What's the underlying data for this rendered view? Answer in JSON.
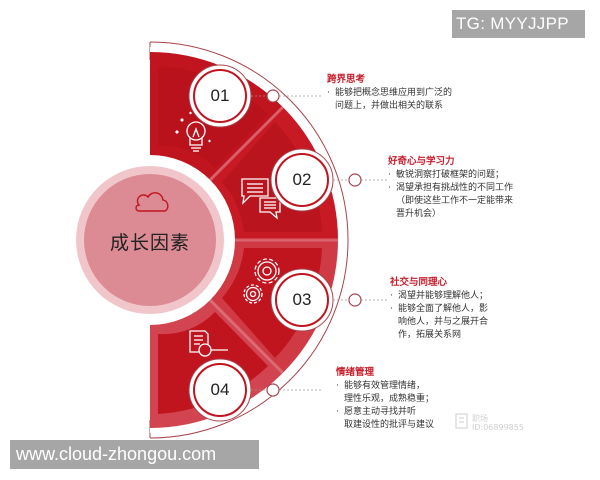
{
  "header_badge": {
    "text": "TG: MYYJJPP"
  },
  "footer_badge": {
    "text": "www.cloud-zhongou.com"
  },
  "center": {
    "label": "成长因素",
    "icon": "cloud-icon"
  },
  "colors": {
    "red_primary": "#c0141f",
    "red_dark": "#a80f1a",
    "red_light": "#d94a55",
    "pink_center": "#dc8a93",
    "pink_ring": "#f0c6cb",
    "title_red": "#c8202f"
  },
  "factors": [
    {
      "number": "01",
      "title": "跨界思考",
      "icon": "lightbulb-icon",
      "bullets": [
        "能够把概念思维应用到广泛的问题上，并做出相关的联系"
      ],
      "lines": [
        [
          "能够把概念思维应用到广泛的",
          "问题上，并做出相关的联系"
        ]
      ]
    },
    {
      "number": "02",
      "title": "好奇心与学习力",
      "icon": "chat-bubbles-icon",
      "bullets": [
        "敏锐洞察打破框架的问题；",
        "渴望承担有挑战性的不同工作（即使这些工作不一定能带来晋升机会）"
      ],
      "lines": [
        [
          "敏锐洞察打破框架的问题；"
        ],
        [
          "渴望承担有挑战性的不同工作",
          "（即使这些工作不一定能带来",
          "晋升机会）"
        ]
      ]
    },
    {
      "number": "03",
      "title": "社交与同理心",
      "icon": "gears-icon",
      "bullets": [
        "渴望并能够理解他人；",
        "能够全面了解他人，影响他人，并与之展开合作，拓展关系网"
      ],
      "lines": [
        [
          "渴望并能够理解他人；"
        ],
        [
          "能够全面了解他人，影",
          "响他人，并与之展开合",
          "作，拓展关系网"
        ]
      ]
    },
    {
      "number": "04",
      "title": "情绪管理",
      "icon": "document-search-icon",
      "bullets": [
        "能够有效管理情绪，理性乐观，成熟稳重；",
        "愿意主动寻找并听取建设性的批评与建议"
      ],
      "lines": [
        [
          "能够有效管理情绪，",
          "理性乐观，成熟稳重；"
        ],
        [
          "愿意主动寻找并听",
          "取建设性的批评与建议"
        ]
      ]
    }
  ],
  "watermark": {
    "line1": "职场",
    "line2": "ID:06899855"
  }
}
